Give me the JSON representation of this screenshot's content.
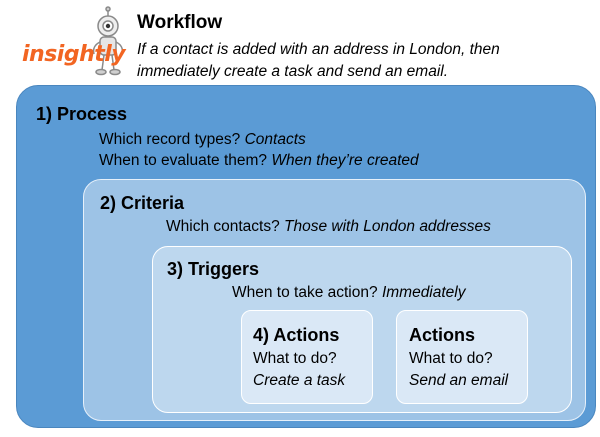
{
  "logo": {
    "wordmark": "insightly"
  },
  "workflow": {
    "title": "Workflow",
    "description": "If a contact is added with an address in London, then immediately create a task and send an email."
  },
  "process": {
    "heading": "1) Process",
    "q1": "Which record types?",
    "a1": "Contacts",
    "q2": "When to evaluate them?",
    "a2": "When they’re created"
  },
  "criteria": {
    "heading": "2) Criteria",
    "q1": "Which contacts?",
    "a1": "Those with London addresses"
  },
  "triggers": {
    "heading": "3) Triggers",
    "q1": "When to take action?",
    "a1": "Immediately"
  },
  "actions": [
    {
      "heading": "4) Actions",
      "question": "What to do?",
      "answer": "Create a task"
    },
    {
      "heading": "Actions",
      "question": "What to do?",
      "answer": "Send an email"
    }
  ],
  "colors": {
    "process_box": "#5b9bd5",
    "criteria_box": "#9dc3e6",
    "triggers_box": "#bdd7ee",
    "actions_box": "#dae8f6",
    "logo_orange": "#f26522"
  }
}
